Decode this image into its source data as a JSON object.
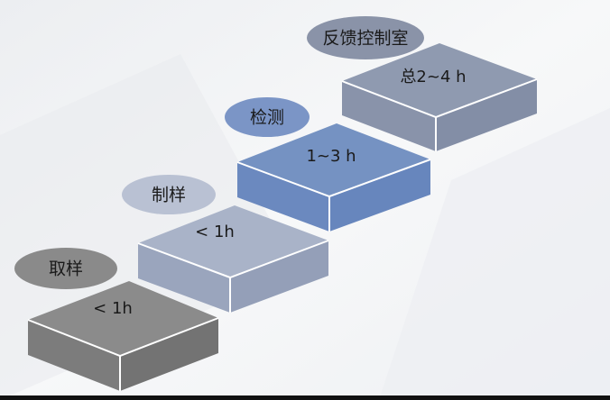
{
  "steps": [
    {
      "label": "取样",
      "duration": "< 1h",
      "color_top": "#8b8b8b",
      "color_left": "#7c7c7c",
      "color_right": "#737373",
      "color_label": "#8a8a8a"
    },
    {
      "label": "制样",
      "duration": "< 1h",
      "color_top": "#a9b3c8",
      "color_left": "#9aa5bd",
      "color_right": "#949fb8",
      "color_label": "#b9c1d3"
    },
    {
      "label": "检测",
      "duration": "1~3 h",
      "color_top": "#7592c2",
      "color_left": "#6b89bf",
      "color_right": "#6786bd",
      "color_label": "#7b95c6"
    },
    {
      "label": "反馈控制室",
      "duration": "总2~4 h",
      "color_top": "#8f9ab0",
      "color_left": "#8993aa",
      "color_right": "#838ea6",
      "color_label": "#8a93a8"
    }
  ]
}
